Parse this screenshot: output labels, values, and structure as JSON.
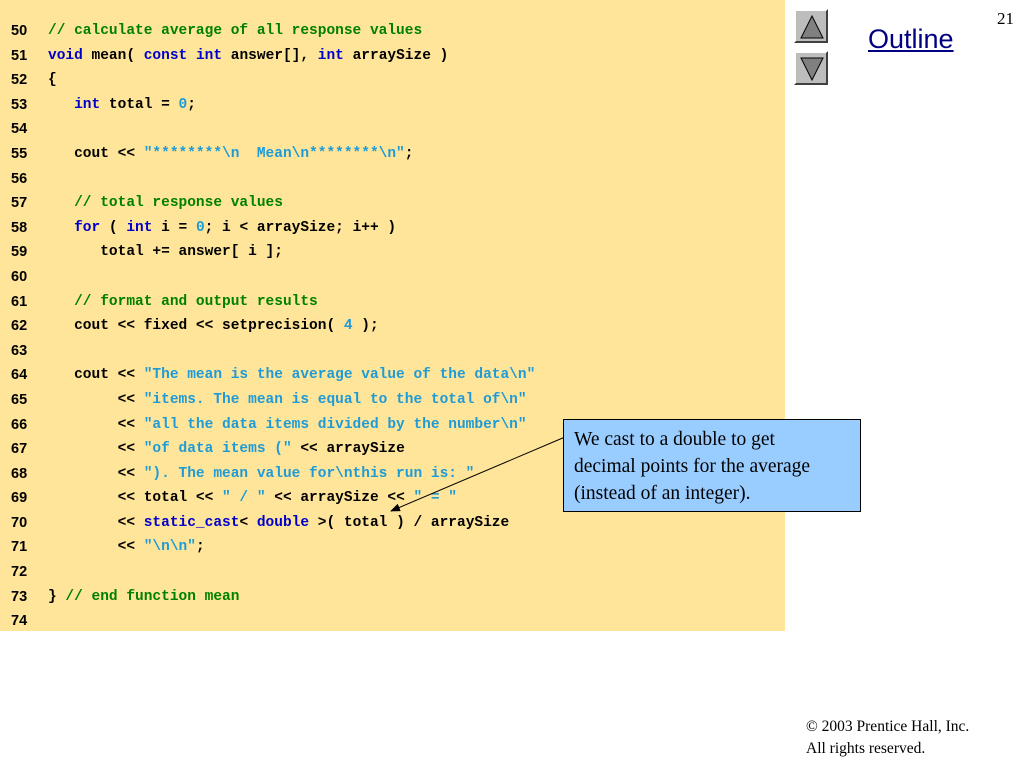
{
  "slide_number": "21",
  "outline_title": "Outline",
  "navigation": {
    "up": "previous-slide",
    "down": "next-slide"
  },
  "code_lines": [
    {
      "num": "50",
      "tokens": [
        {
          "t": "// calculate average of all response values",
          "c": "cm"
        }
      ]
    },
    {
      "num": "51",
      "tokens": [
        {
          "t": "void",
          "c": "kw"
        },
        {
          "t": " mean( "
        },
        {
          "t": "const",
          "c": "kw"
        },
        {
          "t": " "
        },
        {
          "t": "int",
          "c": "kw"
        },
        {
          "t": " answer[], "
        },
        {
          "t": "int",
          "c": "kw"
        },
        {
          "t": " arraySize )"
        }
      ]
    },
    {
      "num": "52",
      "tokens": [
        {
          "t": "{"
        }
      ]
    },
    {
      "num": "53",
      "tokens": [
        {
          "t": "   "
        },
        {
          "t": "int",
          "c": "kw"
        },
        {
          "t": " total = "
        },
        {
          "t": "0",
          "c": "num"
        },
        {
          "t": ";"
        }
      ]
    },
    {
      "num": "54",
      "tokens": []
    },
    {
      "num": "55",
      "tokens": [
        {
          "t": "   cout << "
        },
        {
          "t": "\"********\\n  Mean\\n********\\n\"",
          "c": "str"
        },
        {
          "t": ";"
        }
      ]
    },
    {
      "num": "56",
      "tokens": []
    },
    {
      "num": "57",
      "tokens": [
        {
          "t": "   "
        },
        {
          "t": "// total response values",
          "c": "cm"
        }
      ]
    },
    {
      "num": "58",
      "tokens": [
        {
          "t": "   "
        },
        {
          "t": "for",
          "c": "kw"
        },
        {
          "t": " ( "
        },
        {
          "t": "int",
          "c": "kw"
        },
        {
          "t": " i = "
        },
        {
          "t": "0",
          "c": "num"
        },
        {
          "t": "; i < arraySize; i++ )"
        }
      ]
    },
    {
      "num": "59",
      "tokens": [
        {
          "t": "      total += answer[ i ];"
        }
      ]
    },
    {
      "num": "60",
      "tokens": []
    },
    {
      "num": "61",
      "tokens": [
        {
          "t": "   "
        },
        {
          "t": "// format and output results",
          "c": "cm"
        }
      ]
    },
    {
      "num": "62",
      "tokens": [
        {
          "t": "   cout << fixed << setprecision( "
        },
        {
          "t": "4",
          "c": "num"
        },
        {
          "t": " );"
        }
      ]
    },
    {
      "num": "63",
      "tokens": []
    },
    {
      "num": "64",
      "tokens": [
        {
          "t": "   cout << "
        },
        {
          "t": "\"The mean is the average value of the data\\n\"",
          "c": "str"
        }
      ]
    },
    {
      "num": "65",
      "tokens": [
        {
          "t": "        << "
        },
        {
          "t": "\"items. The mean is equal to the total of\\n\"",
          "c": "str"
        }
      ]
    },
    {
      "num": "66",
      "tokens": [
        {
          "t": "        << "
        },
        {
          "t": "\"all the data items divided by the number\\n\"",
          "c": "str"
        }
      ]
    },
    {
      "num": "67",
      "tokens": [
        {
          "t": "        << "
        },
        {
          "t": "\"of data items (\"",
          "c": "str"
        },
        {
          "t": " << arraySize"
        }
      ]
    },
    {
      "num": "68",
      "tokens": [
        {
          "t": "        << "
        },
        {
          "t": "\"). The mean value for\\nthis run is: \"",
          "c": "str"
        }
      ]
    },
    {
      "num": "69",
      "tokens": [
        {
          "t": "        << total << "
        },
        {
          "t": "\" / \"",
          "c": "str"
        },
        {
          "t": " << arraySize << "
        },
        {
          "t": "\" = \"",
          "c": "str"
        }
      ]
    },
    {
      "num": "70",
      "tokens": [
        {
          "t": "        << "
        },
        {
          "t": "static_cast",
          "c": "kw"
        },
        {
          "t": "< "
        },
        {
          "t": "double",
          "c": "kw"
        },
        {
          "t": " >( total ) / arraySize"
        }
      ]
    },
    {
      "num": "71",
      "tokens": [
        {
          "t": "        << "
        },
        {
          "t": "\"\\n\\n\"",
          "c": "str"
        },
        {
          "t": ";"
        }
      ]
    },
    {
      "num": "72",
      "tokens": []
    },
    {
      "num": "73",
      "tokens": [
        {
          "t": "} "
        },
        {
          "t": "// end function mean",
          "c": "cm"
        }
      ]
    },
    {
      "num": "74",
      "tokens": []
    }
  ],
  "callout": {
    "lines": [
      "We cast to a double to get",
      "decimal points for the average",
      "(instead of an integer)."
    ]
  },
  "copyright": {
    "line1": "© 2003 Prentice Hall, Inc.",
    "line2": "All rights reserved."
  },
  "colors": {
    "code_background": "#ffe599",
    "keyword": "#0000cc",
    "comment": "#008000",
    "string_literal": "#1e9bd7",
    "callout_background": "#99ccff",
    "outline_title": "#000080"
  }
}
